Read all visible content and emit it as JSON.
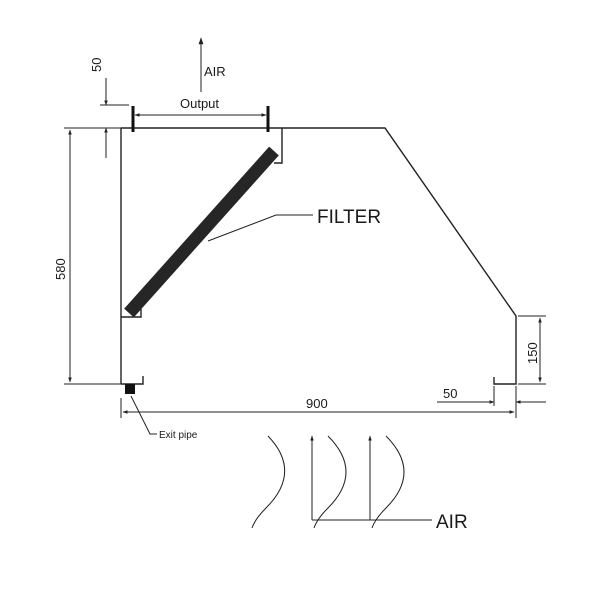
{
  "labels": {
    "air_top": "AIR",
    "output": "Output",
    "filter": "FILTER",
    "exit_pipe": "Exit pipe",
    "air_bottom": "AIR"
  },
  "dimensions": {
    "top_offset": "50",
    "height": "580",
    "width": "900",
    "right_offset": "50",
    "right_height": "150"
  },
  "colors": {
    "line": "#222222",
    "filter": "#262626"
  }
}
